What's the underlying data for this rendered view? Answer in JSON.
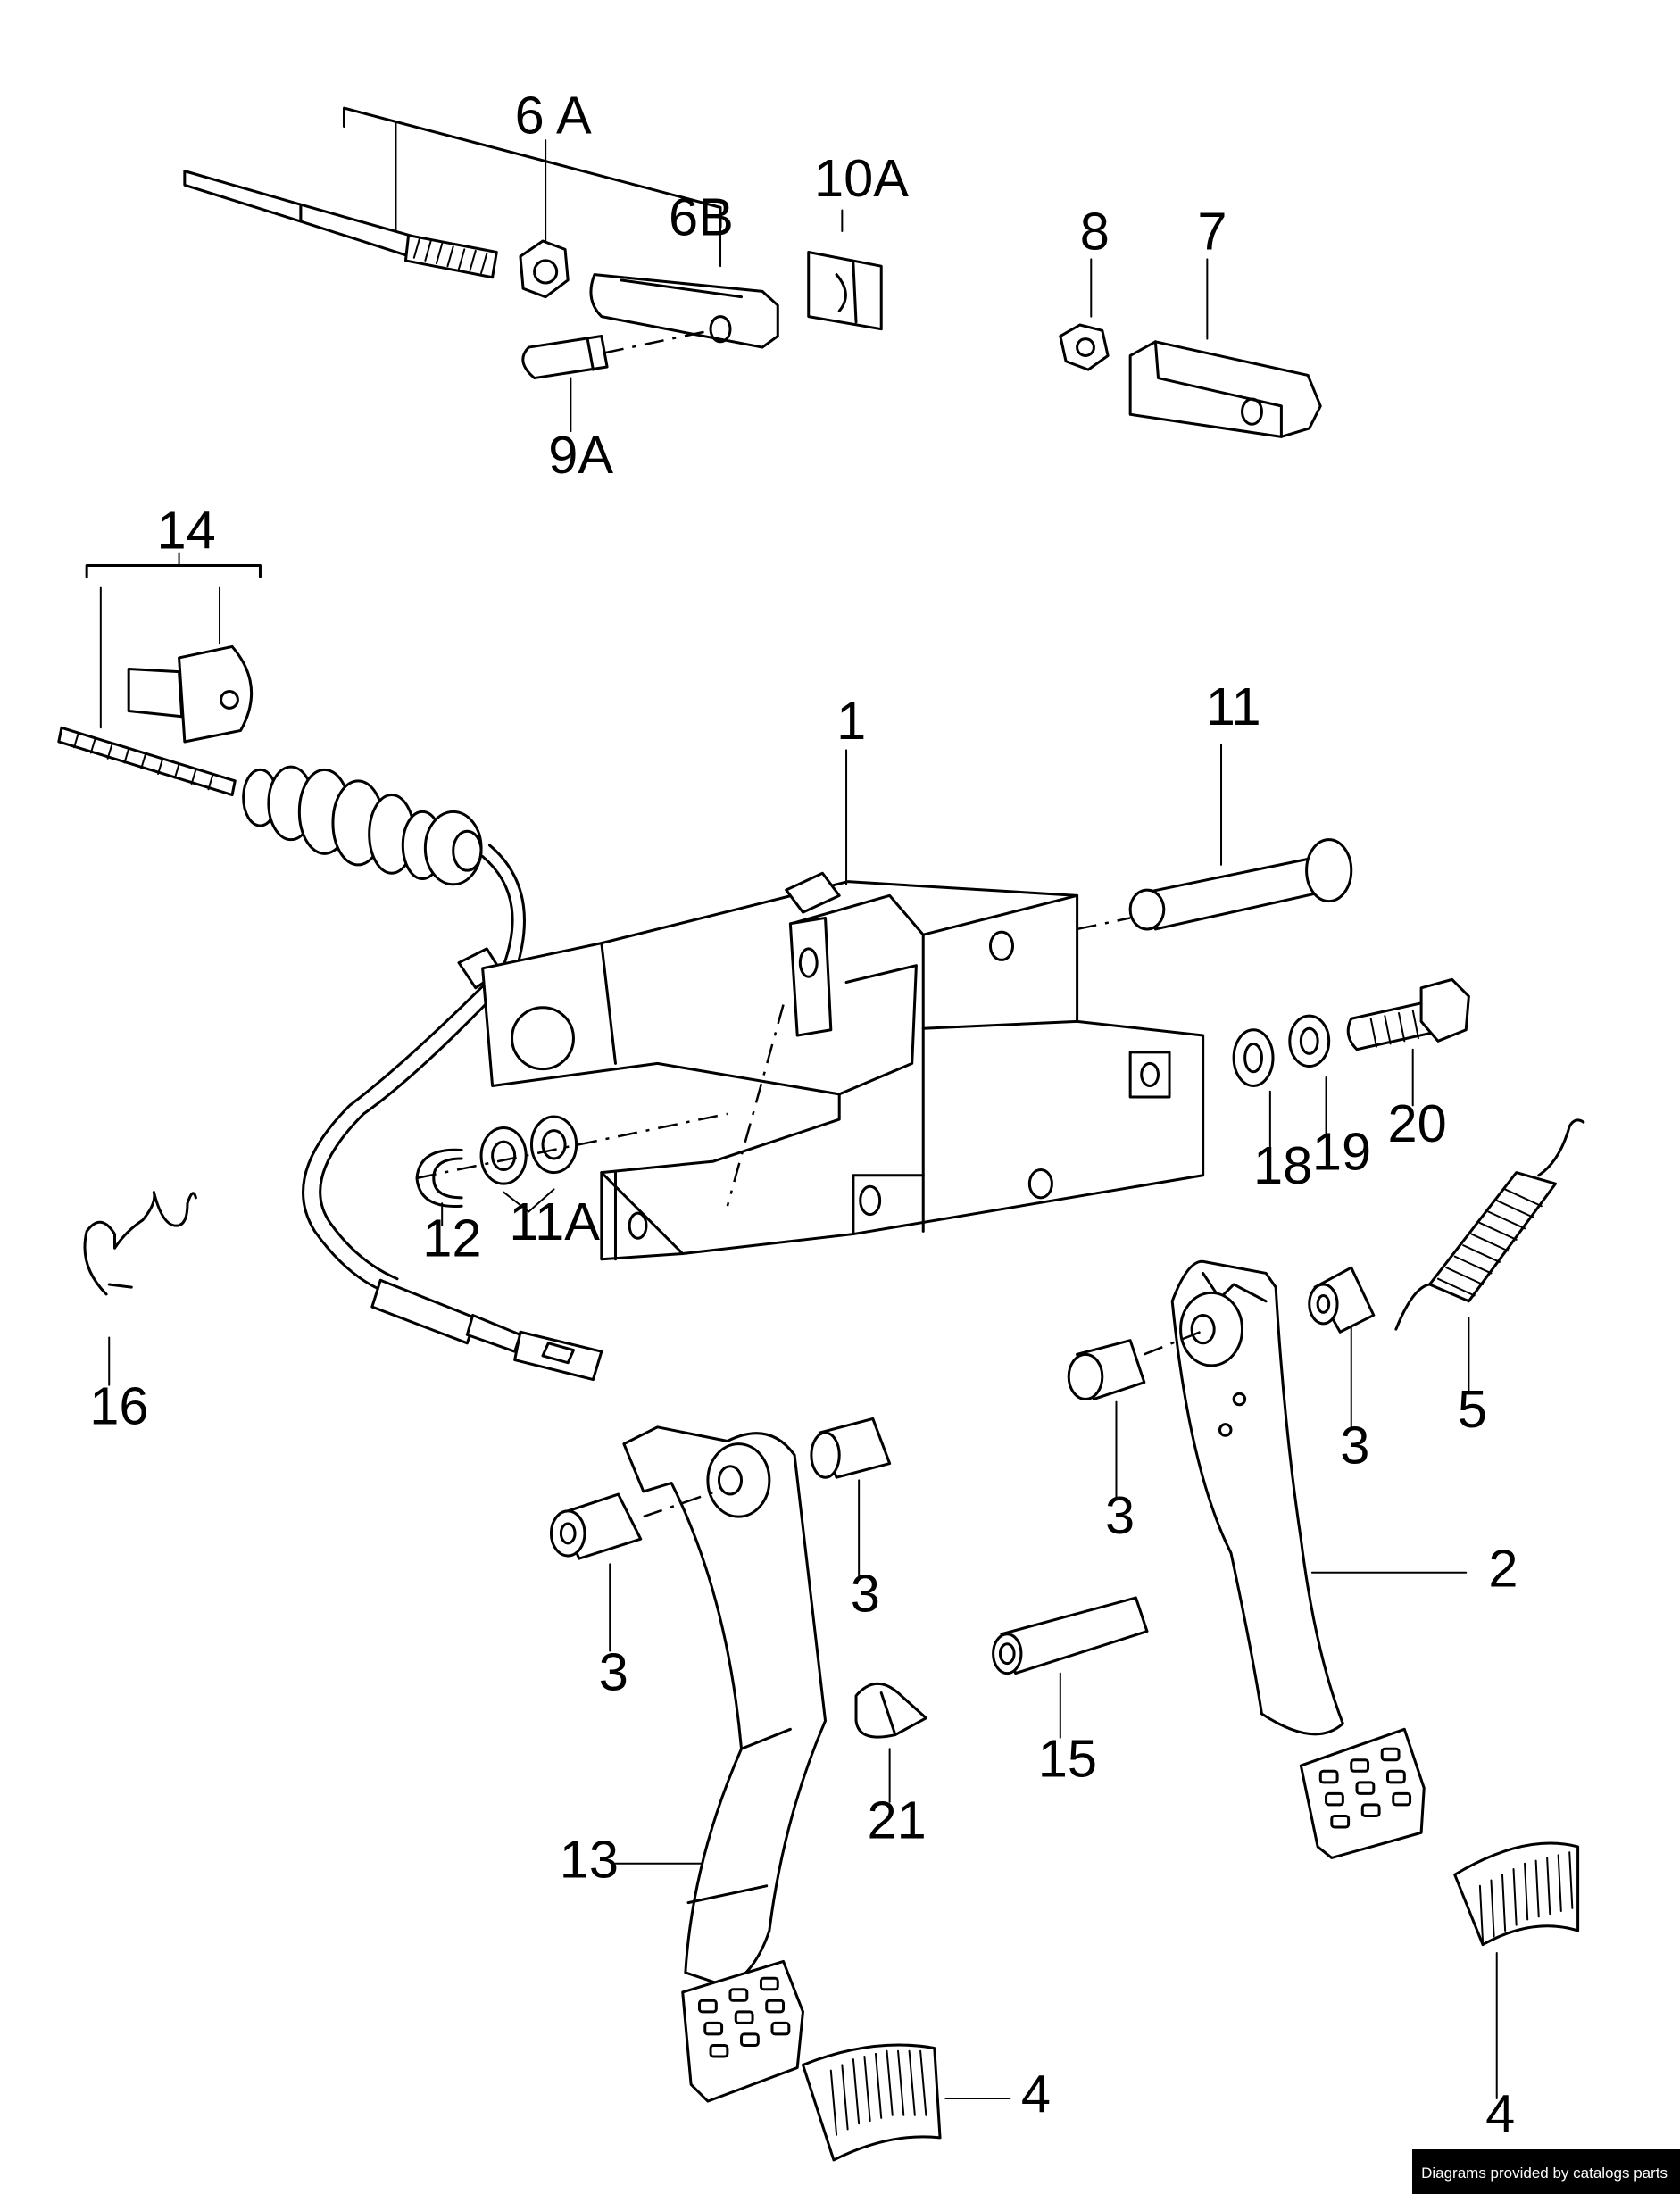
{
  "labels": {
    "l_1": "1",
    "l_2": "2",
    "l_3a": "3",
    "l_3b": "3",
    "l_3c": "3",
    "l_3d": "3",
    "l_4a": "4",
    "l_4b": "4",
    "l_5": "5",
    "l_6a": "6 A",
    "l_6b": "6B",
    "l_7": "7",
    "l_8": "8",
    "l_9a": "9A",
    "l_10a": "10A",
    "l_11": "11",
    "l_11a": "11A",
    "l_12": "12",
    "l_13": "13",
    "l_14": "14",
    "l_15": "15",
    "l_16": "16",
    "l_18": "18",
    "l_19": "19",
    "l_20": "20",
    "l_21": "21"
  },
  "footer": {
    "credit": "Diagrams provided by catalogs parts"
  }
}
